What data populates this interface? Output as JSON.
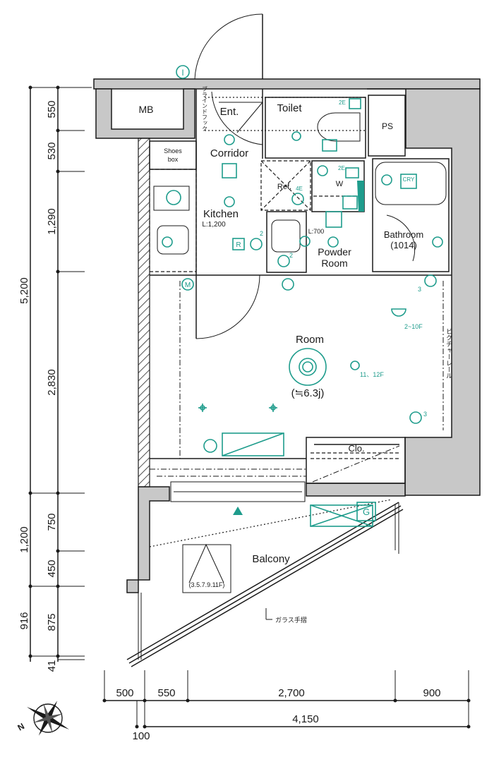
{
  "rooms": {
    "mb": "MB",
    "entrance": "Ent.",
    "toilet": "Toilet",
    "ps": "PS",
    "shoes_box_line1": "Shoes",
    "shoes_box_line2": "box",
    "corridor": "Corridor",
    "refrigerator": "Ref.",
    "refrigerator_note": "4E",
    "washer": "W",
    "kitchen": "Kitchen",
    "kitchen_length": "L:1,200",
    "vanity_length": "L:700",
    "powder_room_line1": "Powder",
    "powder_room_line2": "Room",
    "bathroom": "Bathroom",
    "bathroom_size": "(1014)",
    "room": "Room",
    "room_size": "(≒6.3j)",
    "closet": "Clo.",
    "balcony": "Balcony"
  },
  "annotations": {
    "blind_hook": "ブラインドフック",
    "picture_rail": "ピクチャーレール",
    "glass_handrail": "ガラス手摺",
    "bracket_light_floors": "2~10F",
    "downlight_floors": "11、12F",
    "outdoor_unit_floors": "(3.5.7.9.11F)",
    "toilet_outlet": "2E",
    "washer_outlet": "2E",
    "outlet_count_2": "2",
    "outlet_count_3": "3",
    "dryer_label": "CRY",
    "range_hood_label": "R",
    "intercom_label": "I",
    "meter_label": "M",
    "gas_label": "G"
  },
  "dimensions": {
    "left_inner": [
      "550",
      "530",
      "1,290",
      "2,830",
      "750",
      "450",
      "875",
      "41"
    ],
    "left_outer": [
      "5,200",
      "1,200",
      "916"
    ],
    "bottom_inner": [
      "500",
      "550",
      "2,700",
      "900"
    ],
    "bottom_outer": "4,150",
    "bottom_offset": "100"
  },
  "compass": {
    "north_label": "N"
  },
  "colors": {
    "equipment": "#1e9c8c",
    "wall_fill": "#c8c8c8",
    "line": "#1a1a1a"
  }
}
